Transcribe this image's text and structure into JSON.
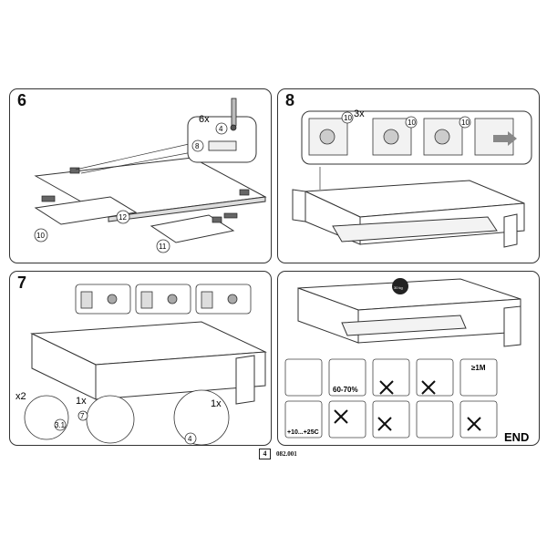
{
  "panels": {
    "step6": {
      "number": "6",
      "qty": "6x",
      "parts": [
        "4",
        "8",
        "10",
        "11",
        "12"
      ]
    },
    "step7": {
      "number": "7",
      "qty_a": "x2",
      "qty_b": "1x",
      "qty_c": "1x",
      "parts": [
        "3.1",
        "7",
        "4"
      ]
    },
    "step8": {
      "number": "8",
      "qty": "3x",
      "parts": [
        "10",
        "10",
        "10"
      ]
    },
    "care": {
      "weight": "30 kg",
      "humidity": "60-70%",
      "distance": "≥1M",
      "temperature": "+10...+25C",
      "end_label": "END"
    }
  },
  "footer": {
    "page": "4",
    "code": "082.001"
  }
}
